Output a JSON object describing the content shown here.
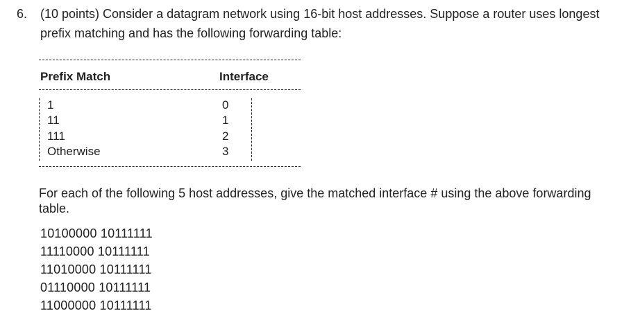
{
  "question": {
    "number": "6.",
    "text": "(10 points) Consider a datagram network using 16-bit host addresses. Suppose a router uses longest prefix matching and has the following forwarding table:"
  },
  "table": {
    "headers": {
      "prefix": "Prefix Match",
      "interface": "Interface"
    },
    "rows": [
      {
        "prefix": "1",
        "interface": "0"
      },
      {
        "prefix": "11",
        "interface": "1"
      },
      {
        "prefix": "111",
        "interface": "2"
      },
      {
        "prefix": "Otherwise",
        "interface": "3"
      }
    ]
  },
  "instructions": "For each of the following 5 host addresses, give the matched interface # using the above forwarding table.",
  "addresses": [
    "10100000 10111111",
    "11110000 10111111",
    "11010000 10111111",
    "01110000 10111111",
    "11000000 10111111"
  ]
}
